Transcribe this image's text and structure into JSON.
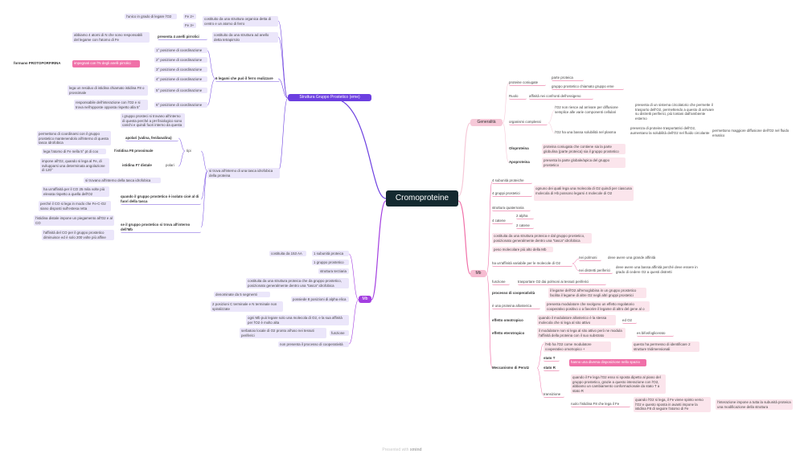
{
  "root": "Cromoproteine",
  "footer": {
    "prefix": "Presented with",
    "brand": "xmind"
  },
  "colors": {
    "violet": "#6c3fe0",
    "magenta": "#a33ee0",
    "pink": "#f070a8",
    "light_pink": "#f6c9d8",
    "root_bg": "#142a30"
  },
  "struttura": {
    "label": "Struttura Gruppo Prostetico (eme)",
    "fe_items": [
      "Fe 2+",
      "Fe 3+"
    ],
    "fe_note": "l'unico in grado di legare l'O2",
    "costituito_organica": "costituito da una struttura organica detta di centro e un atomo di ferro",
    "costituito_tetrapirrolo": "costituito da una struttura ad anello detta tetrapirrolo",
    "pirroli_note": "abbiamo 4 atomi di N che sono responsabili del legame con l'atomo di Fe",
    "pirroli": "presenta 4 anelli pirrolici",
    "impegnati": "impegnati con l'N degli anelli pirrolici",
    "protoporfirina": "formano PROTOPORFIRINA",
    "legami": "6 legami che può il ferro realizzare",
    "posizioni": [
      "1° posizione di coordinazione",
      "2° posizione di coordinazione",
      "3° posizione di coordinazione",
      "4° posizione di coordinazione",
      "5° posizione di coordinazione",
      "6° posizione di coordinazione"
    ],
    "pos5_note": "lega un residuo di istidina chiamato istidina F8 o prossimale",
    "pos6_note": "responsabile dell'interazione con l'O2 e si trova nell'opposte opposta rispetto alla 5°",
    "tasca": "si trova all'interno di una tasca idrofobica della proteina",
    "tipi": "tipi",
    "tasca_intro": "i gruppo prosteci si trovano all'interno di questa perché a pH fisiologico sono carichi e quindi fuori interno da questa",
    "apolari": "apolari (valina, fenilanalina)",
    "apolari_note": "permettono di coordinarsi con il gruppo prostetico mantenendolo all'interno di questa tasca idrofobica",
    "polari": "polari",
    "istidina_f8": "l'istidina F8 prossimale",
    "istidina_f8_note": "lega l'atomo di Fe nella 5° pt di coo",
    "istidina_f7": "istidina F7 distale",
    "istidina_f7_note": "impone all'O2, quando si lega al Fe, di svilupparsi una determinata angolazione di 120°",
    "tasca_end": "si trovano all'interno della tasca idrofobica",
    "isolato": "quando il gruppo prostetico è isolato cioè al di fuori della tasca",
    "isolato_notes": [
      "ha un'affinità per il CO 25 mila volte più elevata rispetto a quella dell'O2",
      "perché il CO si lega in modo che Fe-C-O2 siano disposti sull'estesa retta"
    ],
    "mb": "se il gruppo prostetico si trova all'interno dell'Mb",
    "mb_notes": [
      "l'istidina distale impone un piegamento all'O2 e al CO",
      "l'affinità del CO per il gruppo prostetico diminuisce ed è solo 200 volte più affine"
    ]
  },
  "mb_left": {
    "label": "Mb",
    "subunita": "1 subunità proteica",
    "subunita_note": "costituita da 153 AA",
    "gruppo": "1 gruppo prostetico",
    "terziaria": "struttura terziaria",
    "tasca": "costituita da una struttura proteica che da gruppo prostetico, posizionato generalmente dentro una \"tasca\" idrofobica",
    "alfa": "possiede 8 posizioni di alpha elica",
    "alfa_notes": [
      "denominate da 5 segmenti denominati A-H",
      "2 posizioni C terminale e N terminale non spiralizzate"
    ],
    "funzione": "funzione",
    "funzione_notes": [
      "ogni Mb può legare solo una molecola di O2, e la sua affinità per l'O2 è molto alta",
      "serbatoio locale di O2 pronto all'uso nei tessuti periferici"
    ],
    "non_coop": "non presenta il processo di cooperatività"
  },
  "generalita": {
    "label": "Generalità",
    "coniugate": "proteine coniugate",
    "coniugate_notes": [
      "parte proteica",
      "gruppo prostetico chiamato gruppo eme"
    ],
    "ruolo": "Ruolo",
    "ruolo_note": "affinità nei confronti dell'ossigeno",
    "complessi": "organismi complessi",
    "o2_diff": "l'O2 non riesce ad arrivare per diffusione semplice alle varie componenti cellulari",
    "o2_diff_note": "presenta di un sistema circolatorio che permette il trasporto dell'O2, permettendo a questo di arrivare su distretti periferici, più lontani dall'ambiente esterno",
    "o2_sol": "l'O2 ha una bassa solubilità nel plasma",
    "o2_sol_note": "presenza di proteine trasportatrici dell'O2, aumentano la solubilità dell'O2 nel fluido circolante",
    "o2_sol_end": "permettono maggiore diffusione dell'O2 nel fluido ematico",
    "oloproteina": "Oloproteina",
    "oloproteina_note": "proteina coniugata che contiene sia la parte globulina (parte proteica) sia il gruppo prostetico",
    "apoproteina": "Apoproteina",
    "apoproteina_note": "presenta la parte globale/apica del gruppo prostetico"
  },
  "mb_right": {
    "label": "Mb",
    "items": [
      "4 subunità proteiche"
    ],
    "gruppi": "4 gruppi prostetici",
    "gruppi_note": "ognuno dei quali lega una molecola di O2 quindi per ciascuna molecola di Hb possono legarsi 4 molecole di O2",
    "quaternaria": "struttura quaternaria",
    "catene": "4 catene",
    "catene_list": [
      "2 alpha",
      "2 catene"
    ],
    "tasca": "costituita da una struttura proteica e dal gruppo prostetico, posizionato generalmente dentro una \"tasca\" idrofobica",
    "peso": "peso molecolare più alto della Mb",
    "affinita": "ha un'affinità variabile per le molecole di O2",
    "polmoni": "nei polmoni",
    "polmoni_note": "deve avere una grande affinità",
    "distretti": "nei distretti periferici",
    "distretti_note": "deve avere una bassa affinità perché deve essere in grado di cedere O2 a questi distretti",
    "funzione": "funzione",
    "funzione_note": "trasportare O2 dai polmoni ai tessuti periferici",
    "coop": "processo di cooperatività",
    "coop_note": "il legame dell'O2 all'emoglobina in un gruppo prostetico facilita il legame di altre O2 negli altri gruppi prostetici",
    "allosterica": "è una proteina allosterica",
    "allosterica_note": "presenta modulatore che svolgono un effetto regolatorio cooperativo positivo o a favorire il legame di altro del gene al o negativo",
    "omotropico": "effetto omotropico",
    "omotropico_note": "quando il modulatore allosterico è la stessa molecola che si lega al sito attivo",
    "omotropico_end": "ed O2",
    "eterotropico": "effetto eterotropico",
    "eterotropico_note": "il modulatore non si lega al sito attivo però ne modula l'affinità della proteina con il suo substrato",
    "eterotropico_end": "es bifosfoglicerato",
    "perutz": "Meccanismo di Perutz",
    "perutz_note": "l'Hb ha l'O2 come modulatore cooperativo omotropico +",
    "perutz_note2": "questo ha permesso di identificare 2 strutture tridimensionali",
    "stato_t": "stato T",
    "stato_r": "stato R",
    "stato_r_note": "hanno una diversa disposizione nello spazio",
    "transizione": "transizione",
    "transizione_note": "quando il Fe lega l'O2 esso si sposta dipetto al piano del gruppo prostetico, grazie a questo interazione con l'O2, abbiamo un cambiamento conformazionale da stato T a stato R",
    "ruolo": "ruolo l'istidina F8 che lega il Fe",
    "ruolo_note": "quando l'O2 si lega, il Fe viene spinto verso l'O2 e questo sposta in avanti impone la istidina F8 di seguire l'atomo di Fe",
    "ruolo_end": "l'interazione impone a tutta la subunità proteica una modificazione della struttura"
  }
}
